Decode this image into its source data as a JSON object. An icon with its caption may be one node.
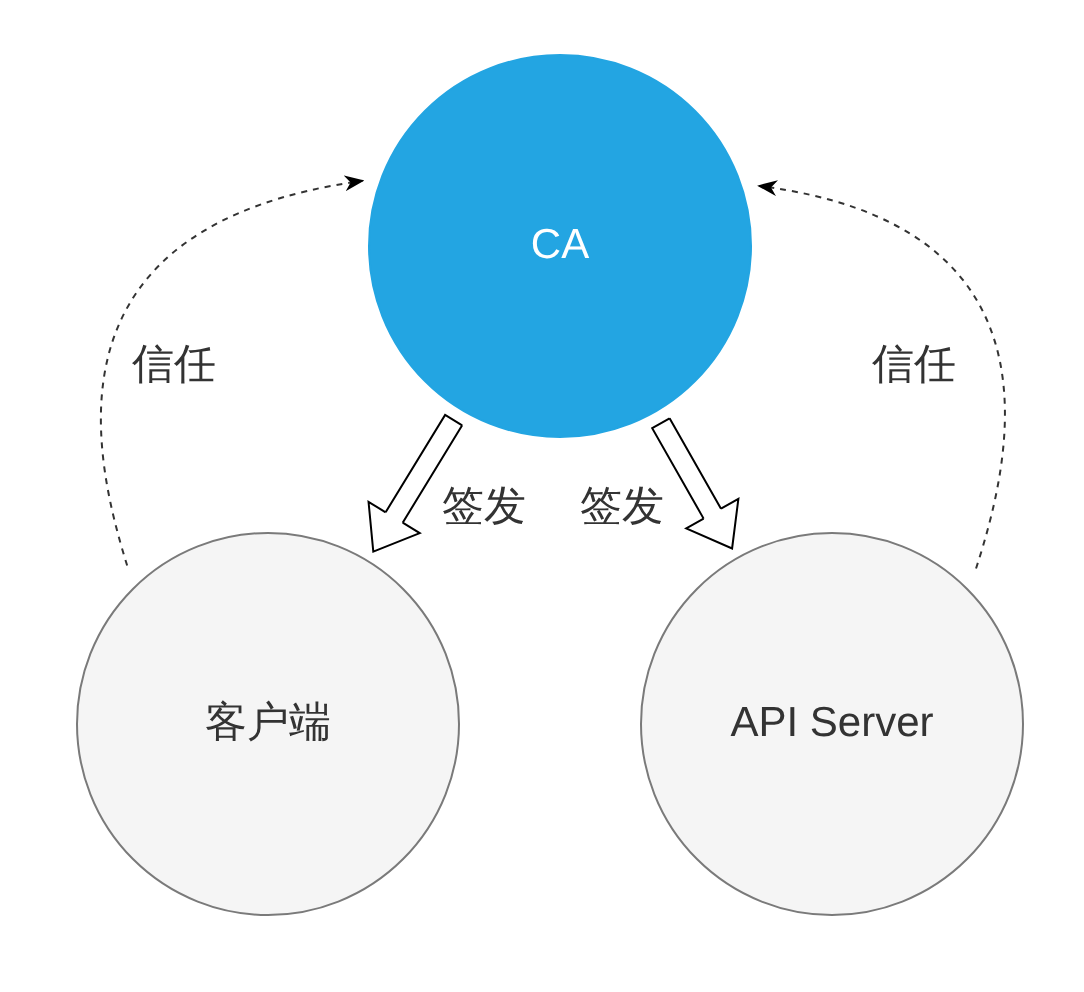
{
  "diagram": {
    "nodes": [
      {
        "text": [
          "CA"
        ]
      },
      {
        "text": [
          "客户端"
        ]
      },
      {
        "text": [
          "API Server"
        ]
      }
    ],
    "edges": [
      {
        "from": 0,
        "to": 1,
        "arrow": "to",
        "label": "签发"
      },
      {
        "from": 0,
        "to": 2,
        "arrow": "to",
        "label": "签发"
      },
      {
        "from": 1,
        "to": 0,
        "arrow": "to",
        "label": "信任",
        "style": "dashed"
      },
      {
        "from": 2,
        "to": 0,
        "arrow": "to",
        "label": "信任",
        "style": "dashed"
      }
    ]
  }
}
